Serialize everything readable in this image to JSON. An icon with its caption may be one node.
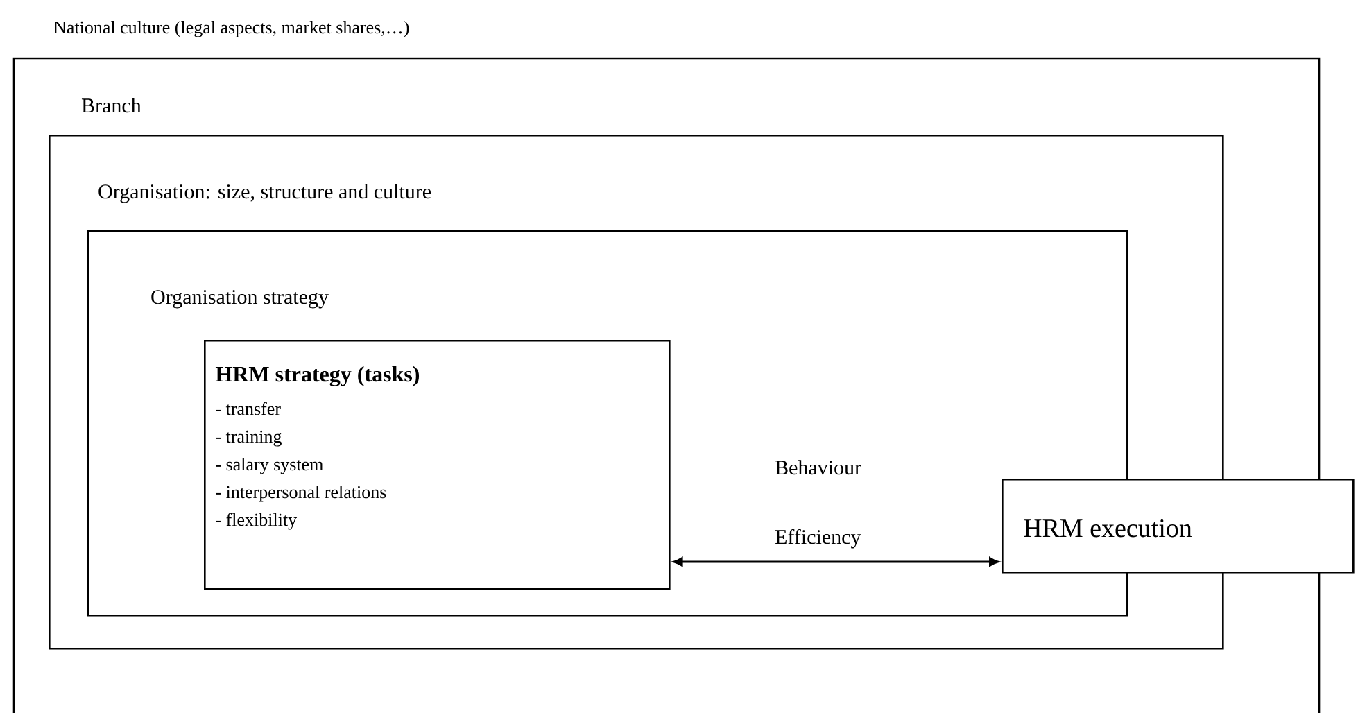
{
  "diagram": {
    "nodes": [
      {
        "text": [
          "National culture (legal aspects, market shares,…)",
          "Branch"
        ]
      },
      {
        "text": [
          "Organisation: size, structure and culture"
        ],
        "in": 0
      },
      {
        "text": [
          "Organisation strategy"
        ],
        "in": 1
      },
      {
        "text": [
          "HRM strategy (tasks)",
          "- transfer",
          "- training",
          "- salary system",
          "- interpersonal relations",
          "- flexibility"
        ],
        "in": 2
      },
      {
        "text": [
          "HRM execution"
        ]
      }
    ],
    "edges": [
      {
        "from": 3,
        "to": 4,
        "arrow": "both"
      }
    ],
    "labels": [
      "Behaviour",
      "Efficiency"
    ]
  }
}
